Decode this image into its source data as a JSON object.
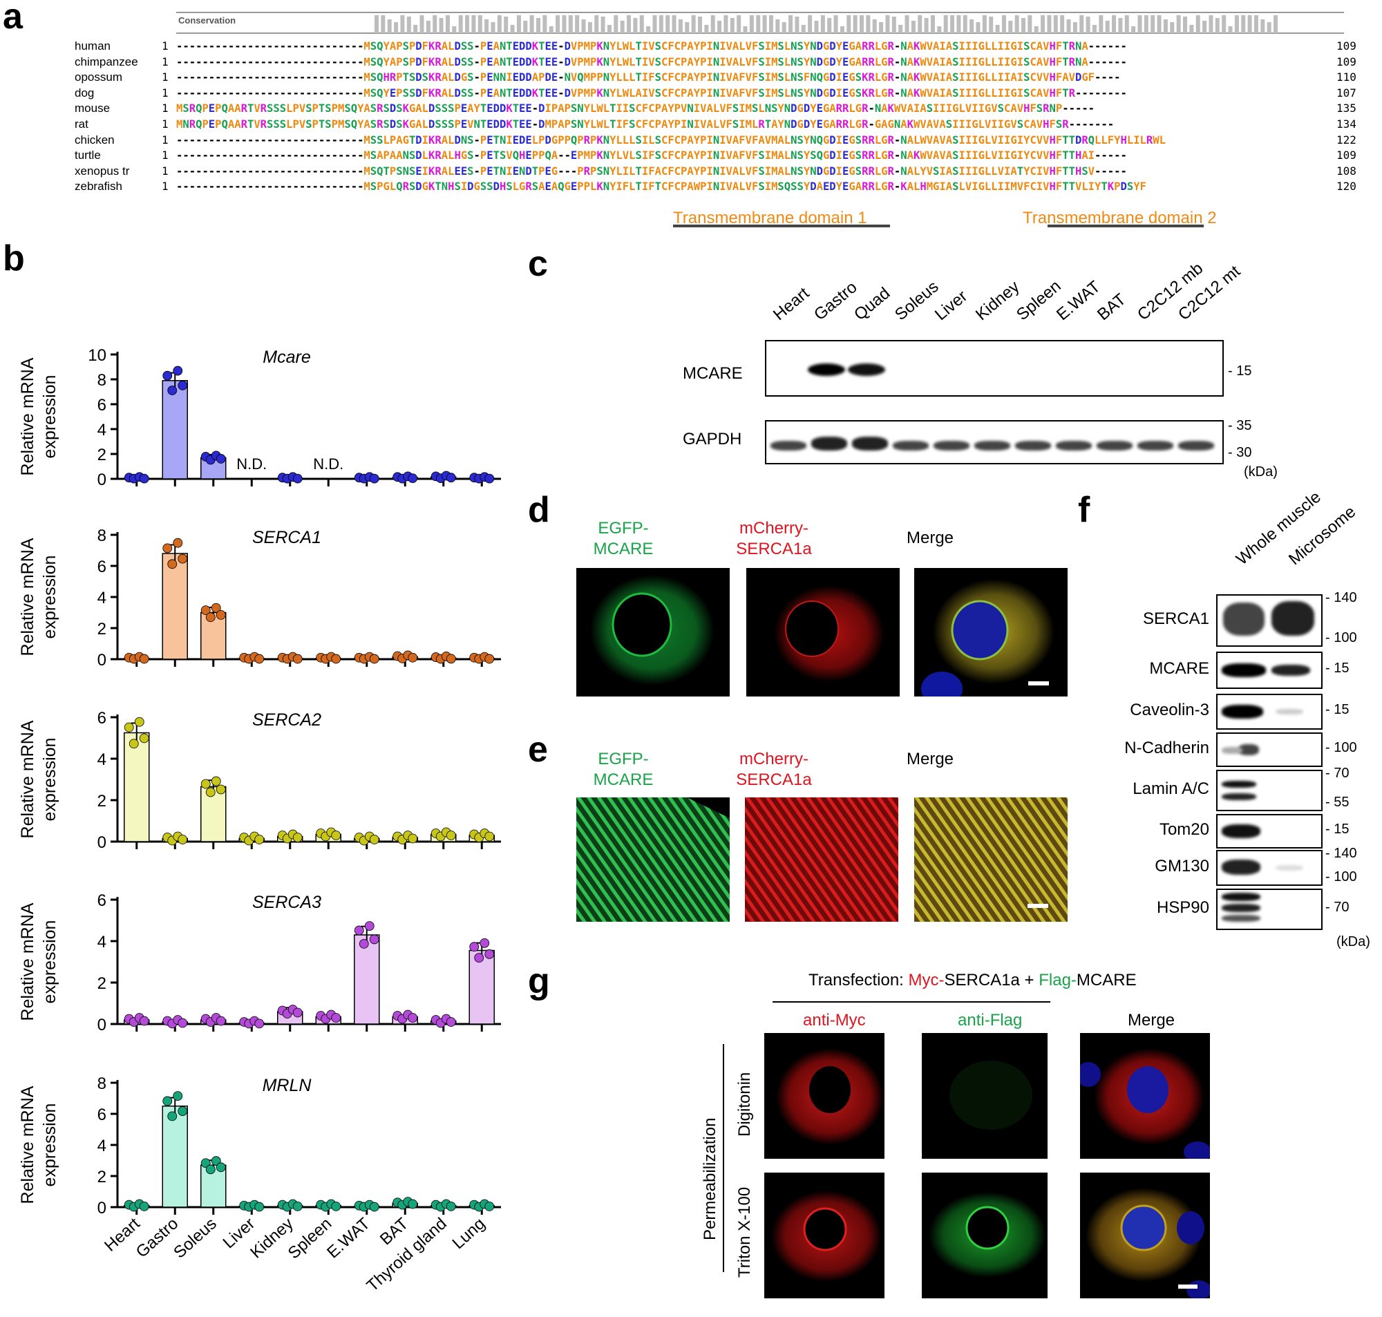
{
  "panels": {
    "a": "a",
    "b": "b",
    "c": "c",
    "d": "d",
    "e": "e",
    "f": "f",
    "g": "g"
  },
  "alignment": {
    "conservation_label": "Conservation",
    "tm1": "Transmembrane domain 1",
    "tm2": "Transmembrane domain 2",
    "rows": [
      {
        "species": "human",
        "start": "1",
        "seq": "-----------------------------MSQYAPSPDFKRALDSS-PEANTEDDKTEE-DVPMPKNYLWLTIVSCFCPAYPINIVALVFSIMSLNSYNDGDYEGARRLGR-NAKWVAIASIIIGLLIIGISCAVHFTRNA------",
        "end": "109"
      },
      {
        "species": "chimpanzee",
        "start": "1",
        "seq": "-----------------------------MSQYAPSPDFKRALDSS-PEANTEDDKTEE-DVPMPKNYLWLTIVSCFCPAYPINIVALVFSIMSLNSYNDGDYEGARRLGR-NAKWVAIASIIIGLLIIGISCAVHFTRNA------",
        "end": "109"
      },
      {
        "species": "opossum",
        "start": "1",
        "seq": "-----------------------------MSQHRPTSDSKRALDGS-PENNIEDDAPDE-NVQMPPNYLLLTIFSCFCPAYPINIVAFVFSIMSLNSFNQGDIEGSKRLGR-NAKWVAIASIIIGLLIIAISCVVHFAVDGF----",
        "end": "110"
      },
      {
        "species": "dog",
        "start": "1",
        "seq": "-----------------------------MSQYEPSSDFKRALDSS-PEANTEDDKTEE-DVPMPKNYLWLAIVSCFCPAYPINIVAFVFSIMSLNSYNDGDIEGSKRLGR-NAKWVAIASIIIGLLIIGISCAVHFTR--------",
        "end": "107"
      },
      {
        "species": "mouse",
        "start": "1",
        "seq": "MSRQPEPQAARTVRSSSLPVSPTSPMSQYASRSDSKGALDSSSPEAYTEDDKTEE-DIPAPSNYLWLTIIS CFCPAYPVNIVALVFSIMSLNSYNDGDYEGARRLGR-NAKWVAIASIIIGLVIIGVSCAVHFSRNP-----",
        "end": "135"
      },
      {
        "species": "rat",
        "start": "1",
        "seq": "MNRQPEPQAARTVRSSSLPVSPTSPMSQYASRSDSKGALDSSSPEVNTEDDKTEE-DMPAPSNYLWLTIFSCFCPAYPINIVALVFSIMLRTAYNDGDYEGARRLGR-GAGNAKWVAVASIIIGLVIIGVSCAVHFSR-------",
        "end": "134"
      },
      {
        "species": "chicken",
        "start": "1",
        "seq": "-----------------------------MSSLPAGTDIKRALDNS-PETNIEDELPDGPPQPRPKNYLLLSILSCFCPAYPINIVAFVFAVMALNSYNQGDIEGSRRLGR-NALWVAVASIIIGLVIIGIYCVVHFTTDRQLLFYHLILRWL",
        "end": "122"
      },
      {
        "species": "turtle",
        "start": "1",
        "seq": "-----------------------------MSAPAANSDLKRALHGS-PETSVQHEPPQA--EPMPKNYLVLSIFSCFCPAYPINIVAFVFSIMALNSYSQGDIEGSRRLGR-NAKWVAVASIIIGLVIIGIYCVVHFTTHAI-----",
        "end": "109"
      },
      {
        "species": "xenopus tr",
        "start": "1",
        "seq": "-----------------------------MSQTPSNSEIKRALEES-PETNIENDTPEG---PRPSNYLILTIFACFCPAYPINIVALVFSIMALNSYNDGDIEGSRRLGR-NALYVSIASIIIGLLVIATYCIVHFTTHSV-----",
        "end": "108"
      },
      {
        "species": "zebrafish",
        "start": "1",
        "seq": "-----------------------------MSPGLQRSDGKTNHSIDGSSDHSLGRSAEAQGEPPLKNYIFLTIFTCFCPAWPINIVALVFSIMSQSSYDAEDYEGARRLGR-KALHMGIASLVIGLLIIMVFCIVHFTTVLIYTKPDSYF",
        "end": "120"
      }
    ],
    "palette": {
      "orange": "#ee8a10",
      "green": "#17a052",
      "blue": "#2b2bd8",
      "magenta": "#d81ad8",
      "black": "#000000"
    }
  },
  "panel_b": {
    "ylabel_line1": "Relative mRNA",
    "ylabel_line2": "expression",
    "nd_label": "N.D.",
    "charts": [
      {
        "gene": "Mcare",
        "ylim": [
          0,
          10
        ],
        "ticks": [
          "0",
          "2",
          "4",
          "6",
          "8",
          "10"
        ],
        "fill": "#a7a7f5",
        "dot": "#2a2ad0",
        "values": [
          0.05,
          7.9,
          1.7,
          null,
          0.05,
          null,
          0.05,
          0.1,
          0.15,
          0.05
        ]
      },
      {
        "gene": "SERCA1",
        "ylim": [
          0,
          8
        ],
        "ticks": [
          "0",
          "2",
          "4",
          "6",
          "8"
        ],
        "fill": "#f8c39a",
        "dot": "#d2691e",
        "values": [
          0.05,
          6.8,
          3.0,
          0.05,
          0.05,
          0.05,
          0.05,
          0.15,
          0.08,
          0.05
        ]
      },
      {
        "gene": "SERCA2",
        "ylim": [
          0,
          6
        ],
        "ticks": [
          "0",
          "2",
          "4",
          "6"
        ],
        "fill": "#f4f7c0",
        "dot": "#c9c61a",
        "values": [
          5.25,
          0.15,
          2.65,
          0.15,
          0.25,
          0.35,
          0.15,
          0.2,
          0.35,
          0.3
        ]
      },
      {
        "gene": "SERCA3",
        "ylim": [
          0,
          6
        ],
        "ticks": [
          "0",
          "2",
          "4",
          "6"
        ],
        "fill": "#e8c4f5",
        "dot": "#b44ad8",
        "values": [
          0.2,
          0.1,
          0.2,
          0.05,
          0.6,
          0.35,
          4.3,
          0.35,
          0.15,
          3.55
        ]
      },
      {
        "gene": "MRLN",
        "ylim": [
          0,
          8
        ],
        "ticks": [
          "0",
          "2",
          "4",
          "6",
          "8"
        ],
        "fill": "#b6f2df",
        "dot": "#16a47a",
        "values": [
          0.1,
          6.5,
          2.7,
          0.05,
          0.1,
          0.1,
          0.05,
          0.25,
          0.1,
          0.1
        ]
      }
    ],
    "tissues": [
      "Heart",
      "Gastro",
      "Soleus",
      "Liver",
      "Kidney",
      "Spleen",
      "E.WAT",
      "BAT",
      "Thyroid gland",
      "Lung"
    ]
  },
  "panel_c": {
    "lanes": [
      "Heart",
      "Gastro",
      "Quad",
      "Soleus",
      "Liver",
      "Kidney",
      "Spleen",
      "E.WAT",
      "BAT",
      "C2C12 mb",
      "C2C12 mt"
    ],
    "blots": [
      "MCARE",
      "GAPDH"
    ],
    "mw_mcare": [
      "15"
    ],
    "mw_gapdh": [
      "35",
      "30"
    ],
    "kda": "(kDa)"
  },
  "panel_d": {
    "title1_line1": "EGFP-",
    "title1_line2": "MCARE",
    "title2_line1": "mCherry-",
    "title2_line2": "SERCA1a",
    "title3": "Merge"
  },
  "panel_e": {
    "title1_line1": "EGFP-",
    "title1_line2": "MCARE",
    "title2_line1": "mCherry-",
    "title2_line2": "SERCA1a",
    "title3": "Merge"
  },
  "panel_f": {
    "lanes": [
      "Whole muscle",
      "Microsome"
    ],
    "blots": [
      {
        "name": "SERCA1",
        "mw": [
          "140",
          "100"
        ]
      },
      {
        "name": "MCARE",
        "mw": [
          "15"
        ]
      },
      {
        "name": "Caveolin-3",
        "mw": [
          "15"
        ]
      },
      {
        "name": "N-Cadherin",
        "mw": [
          "100"
        ]
      },
      {
        "name": "Lamin A/C",
        "mw": [
          "70",
          "55"
        ]
      },
      {
        "name": "Tom20",
        "mw": [
          "15"
        ]
      },
      {
        "name": "GM130",
        "mw": [
          "140",
          "100"
        ]
      },
      {
        "name": "HSP90",
        "mw": [
          "70"
        ]
      }
    ],
    "kda": "(kDa)"
  },
  "panel_g": {
    "transfection_prefix": "Transfection: ",
    "myc": "Myc-",
    "serca": "SERCA1a + ",
    "flag": "Flag-",
    "mcare": "MCARE",
    "col1": "anti-Myc",
    "col2": "anti-Flag",
    "col3": "Merge",
    "permeabilization": "Permeabilization",
    "row1": "Digitonin",
    "row2": "Triton X-100"
  }
}
